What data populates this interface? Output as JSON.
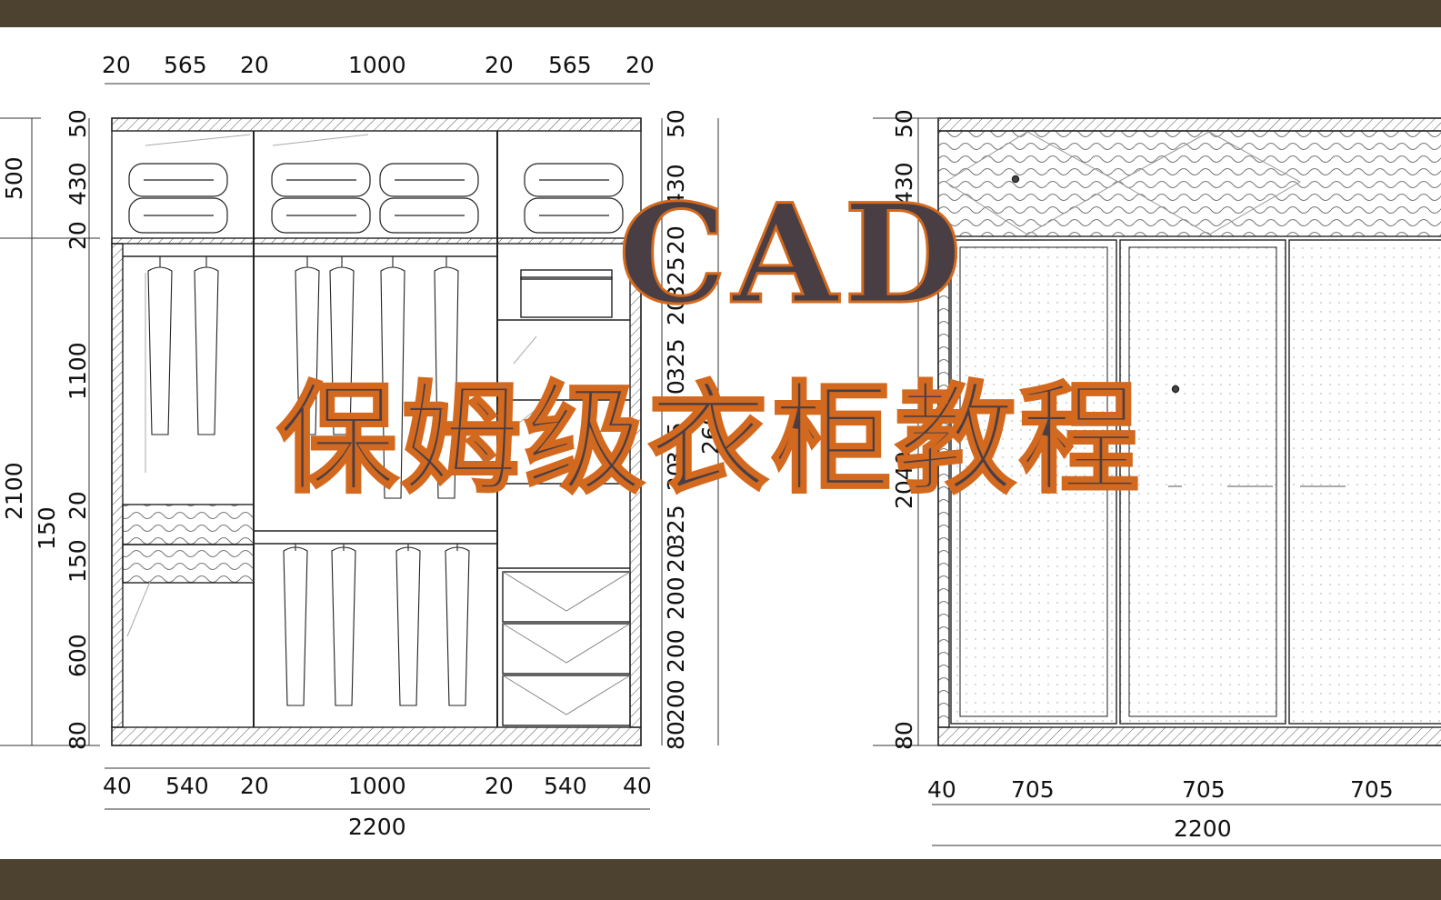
{
  "colors": {
    "band": "#4d4230",
    "title_fill": "#4a3e45",
    "title_outline": "#d2691e",
    "line": "#222222"
  },
  "title": {
    "cad": "CAD",
    "subtitle": "保姆级衣柜教程"
  },
  "left_elevation": {
    "top_dims": [
      "20",
      "565",
      "20",
      "1000",
      "20",
      "565",
      "20"
    ],
    "bottom_dims": [
      "40",
      "540",
      "20",
      "1000",
      "20",
      "540",
      "40"
    ],
    "total_width": "2200",
    "left_outer": [
      "500",
      "2100"
    ],
    "left_inner": [
      "50",
      "430",
      "20",
      "1100",
      "20",
      "150",
      "150",
      "600",
      "80"
    ],
    "left_extra": "150",
    "right_inner": [
      "50",
      "430",
      "20",
      "325",
      "20",
      "325",
      "20",
      "325",
      "20",
      "325",
      "20",
      "200",
      "20",
      "200",
      "20",
      "200",
      "80"
    ],
    "right_outer": "2600"
  },
  "right_elevation": {
    "bottom_dims": [
      "40",
      "705",
      "705",
      "705"
    ],
    "total_width": "2200",
    "left_dims": [
      "50",
      "430",
      "2040",
      "80"
    ]
  }
}
